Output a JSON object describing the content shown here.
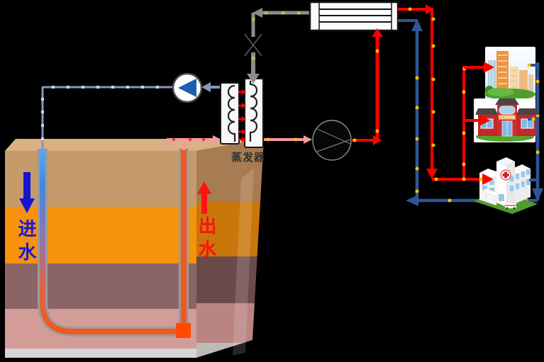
{
  "labels": {
    "inlet_water": "进水",
    "outlet_water": "出水",
    "evaporator": "蒸发器",
    "school_sign": "SCHOOL"
  },
  "colors": {
    "hot_line": "#FE0000",
    "cold_line": "#2E5597",
    "refrigerant_line": "#8C8C8C",
    "source_water_line": "#8497BC",
    "warm_water_line": "#F49BA0",
    "flow_dot_hot": "#FFC000",
    "flow_dot_refrigerant": "#92D050",
    "flow_dot_source": "#CDD9EE",
    "pump_triangle": "#1E5FAE",
    "inlet_label": "#1B1BD4",
    "outlet_label": "#FE1212",
    "ground_layers": [
      "#C79A6B",
      "#F7920C",
      "#8B6565",
      "#D49C99",
      "#D8D6D4"
    ]
  },
  "components": [
    {
      "name": "ground-heat-exchanger"
    },
    {
      "name": "circulation-pump"
    },
    {
      "name": "evaporator-heat-exchanger"
    },
    {
      "name": "expansion-valve"
    },
    {
      "name": "compressor"
    },
    {
      "name": "condenser"
    },
    {
      "name": "city-buildings"
    },
    {
      "name": "school"
    },
    {
      "name": "hospital"
    }
  ]
}
